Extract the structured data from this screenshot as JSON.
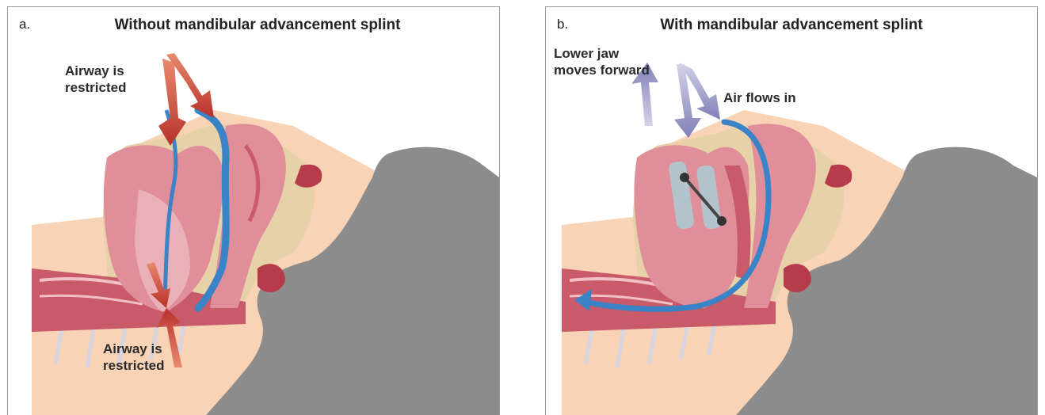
{
  "panels": [
    {
      "letter": "a.",
      "title": "Without mandibular advancement splint",
      "labels": [
        "Airway is restricted",
        "Airway is restricted"
      ]
    },
    {
      "letter": "b.",
      "title": "With mandibular advancement splint",
      "labels": [
        "Lower jaw moves forward",
        "Air flows in"
      ]
    }
  ],
  "colors": {
    "skin": "#f9d3b6",
    "hair": "#8c8c8c",
    "tissue": "#e08f9a",
    "tissue_dark": "#c85a69",
    "bone": "#e6d1a9",
    "airflow": "#3a83c6",
    "arrow_red": "#c0392b",
    "arrow_purple": "#8f8fbe",
    "border": "#9a9a9a"
  }
}
